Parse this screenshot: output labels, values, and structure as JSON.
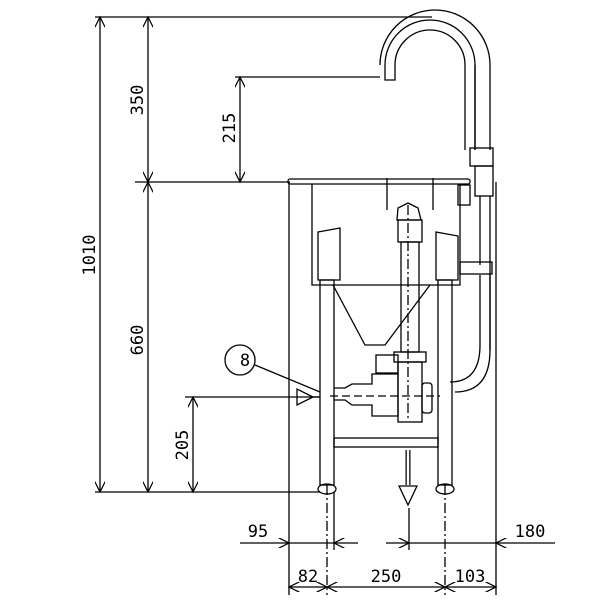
{
  "dimensions": {
    "total_height": "1010",
    "faucet_height": "350",
    "spout_height": "215",
    "counter_height": "660",
    "inlet_height": "205",
    "left_offset": "95",
    "right_offset": "180",
    "left_leg": "82",
    "leg_span": "250",
    "right_leg": "103"
  },
  "callout": "8"
}
